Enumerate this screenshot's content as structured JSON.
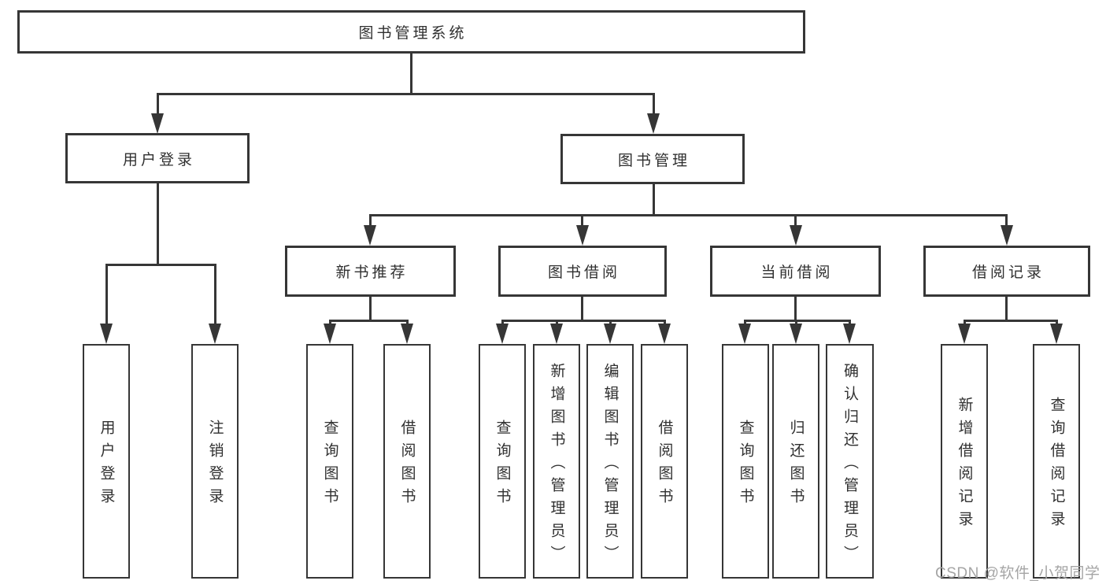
{
  "tree": {
    "root": {
      "label": "图书管理系统"
    },
    "branches": [
      {
        "label": "用户登录",
        "children": [
          {
            "label": "用户登录"
          },
          {
            "label": "注销登录"
          }
        ]
      },
      {
        "label": "图书管理",
        "children": [
          {
            "label": "新书推荐",
            "children": [
              {
                "label": "查询图书"
              },
              {
                "label": "借阅图书"
              }
            ]
          },
          {
            "label": "图书借阅",
            "children": [
              {
                "label": "查询图书"
              },
              {
                "label": "新增图书（管理员）"
              },
              {
                "label": "编辑图书（管理员）"
              },
              {
                "label": "借阅图书"
              }
            ]
          },
          {
            "label": "当前借阅",
            "children": [
              {
                "label": "查询图书"
              },
              {
                "label": "归还图书"
              },
              {
                "label": "确认归还（管理员）"
              }
            ]
          },
          {
            "label": "借阅记录",
            "children": [
              {
                "label": "新增借阅记录"
              },
              {
                "label": "查询借阅记录"
              }
            ]
          }
        ]
      }
    ]
  },
  "watermark": "CSDN @软件_小贺同学",
  "colors": {
    "line": "#363636",
    "text": "#303030",
    "watermark": "#a5a5a5",
    "background": "#ffffff"
  }
}
